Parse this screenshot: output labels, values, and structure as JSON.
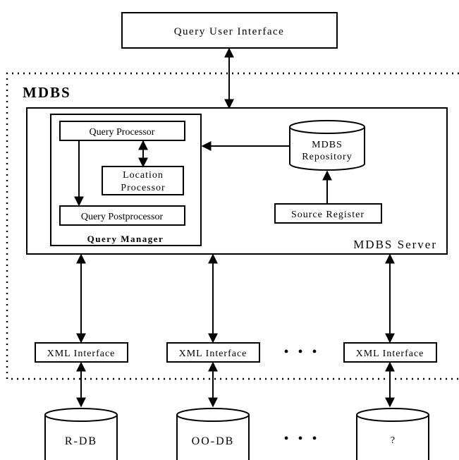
{
  "system_label": "MDBS",
  "query_user_interface": "Query User Interface",
  "server": {
    "label": "MDBS Server",
    "query_manager": {
      "label": "Query Manager",
      "query_processor": "Query Processor",
      "location_processor_line1": "Location",
      "location_processor_line2": "Processor",
      "query_postprocessor": "Query Postprocessor"
    },
    "repository_line1": "MDBS",
    "repository_line2": "Repository",
    "source_register": "Source Register"
  },
  "xml_interfaces": [
    "XML Interface",
    "XML Interface",
    "XML Interface"
  ],
  "databases": [
    "R-DB",
    "OO-DB",
    "?"
  ],
  "ellipsis": "• • •"
}
